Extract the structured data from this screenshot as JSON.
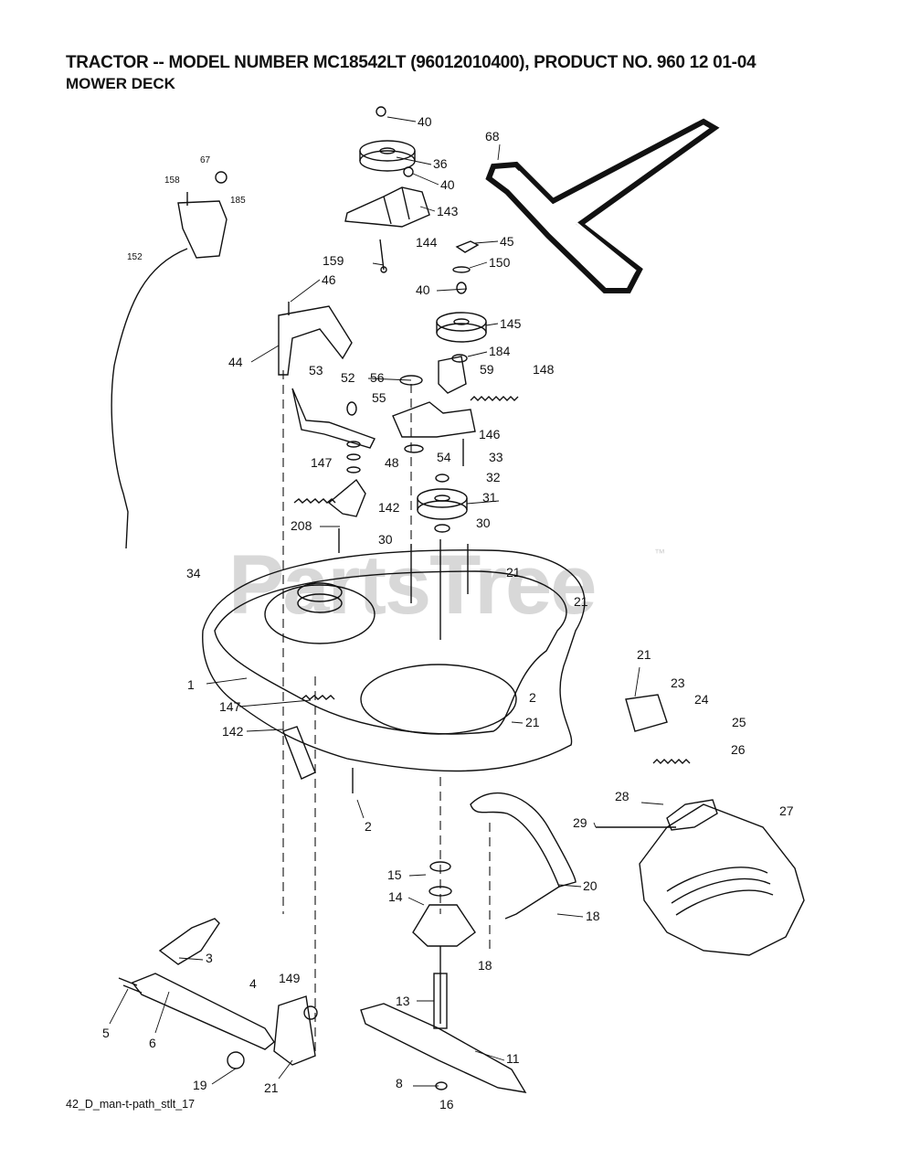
{
  "header": {
    "title": "TRACTOR -- MODEL NUMBER MC18542LT (96012010400), PRODUCT NO. 960 12 01-04",
    "subtitle": "MOWER DECK"
  },
  "watermark": {
    "text": "PartsTree",
    "tm": "™"
  },
  "footer": {
    "code": "42_D_man-t-path_stlt_17"
  },
  "callouts": [
    "40",
    "36",
    "40",
    "143",
    "144",
    "159",
    "45",
    "150",
    "40",
    "145",
    "184",
    "59",
    "148",
    "46",
    "44",
    "53",
    "52",
    "56",
    "55",
    "48",
    "146",
    "54",
    "33",
    "32",
    "31",
    "147",
    "142",
    "208",
    "30",
    "30",
    "21",
    "21",
    "34",
    "1",
    "147",
    "142",
    "2",
    "21",
    "2",
    "21",
    "23",
    "24",
    "25",
    "26",
    "27",
    "28",
    "29",
    "15",
    "14",
    "20",
    "18",
    "18",
    "3",
    "4",
    "149",
    "5",
    "6",
    "19",
    "21",
    "13",
    "11",
    "8",
    "16",
    "68",
    "67",
    "158",
    "185",
    "152"
  ]
}
